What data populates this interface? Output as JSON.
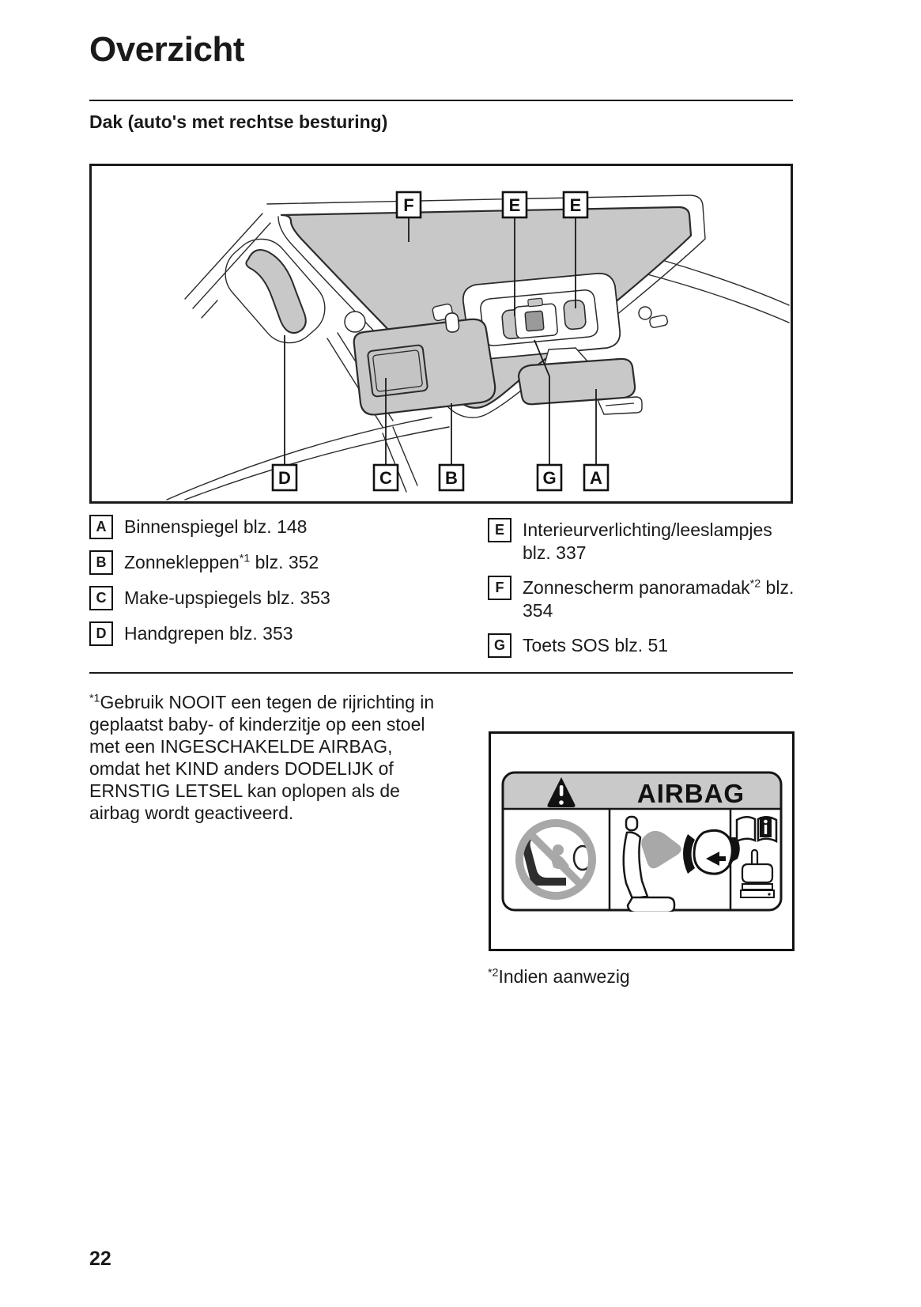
{
  "page": {
    "title": "Overzicht",
    "subtitle": "Dak (auto's met rechtse besturing)",
    "page_number": "22"
  },
  "diagram": {
    "top_labels": [
      "F",
      "E",
      "E"
    ],
    "bottom_labels": [
      "D",
      "C",
      "B",
      "G",
      "A"
    ]
  },
  "legend": {
    "left": [
      {
        "letter": "A",
        "pre": "Binnenspiegel blz. 148",
        "sup": "",
        "post": ""
      },
      {
        "letter": "B",
        "pre": "Zonnekleppen",
        "sup": "*1",
        "post": " blz. 352"
      },
      {
        "letter": "C",
        "pre": "Make-upspiegels blz. 353",
        "sup": "",
        "post": ""
      },
      {
        "letter": "D",
        "pre": "Handgrepen blz. 353",
        "sup": "",
        "post": ""
      }
    ],
    "right": [
      {
        "letter": "E",
        "pre": "Interieurverlichting/leeslampjes blz. 337",
        "sup": "",
        "post": ""
      },
      {
        "letter": "F",
        "pre": "Zonnescherm panoramadak",
        "sup": "*2",
        "post": " blz. 354"
      },
      {
        "letter": "G",
        "pre": "Toets SOS blz. 51",
        "sup": "",
        "post": ""
      }
    ]
  },
  "footnotes": {
    "fn1_marker": "*1",
    "fn1_text": "Gebruik NOOIT een tegen de rijrichting in geplaatst baby- of kinderzitje op een stoel met een INGESCHAKELDE AIRBAG, omdat het KIND anders DODELIJK of ERNSTIG LETSEL kan oplopen als de airbag wordt geactiveerd.",
    "fn2_marker": "*2",
    "fn2_text": "Indien aanwezig"
  },
  "airbag_label": {
    "title": "AIRBAG",
    "icons": [
      "warning-triangle-icon",
      "no-rear-facing-child-seat-icon",
      "airbag-deployment-icon",
      "read-manual-icon"
    ]
  },
  "colors": {
    "diagram_gray": "#c8c8c8",
    "outline": "#2b2b2b",
    "label_header_gray": "#c9c9c9",
    "prohibition_gray": "#a8a8a8",
    "text": "#1a1a1a"
  }
}
